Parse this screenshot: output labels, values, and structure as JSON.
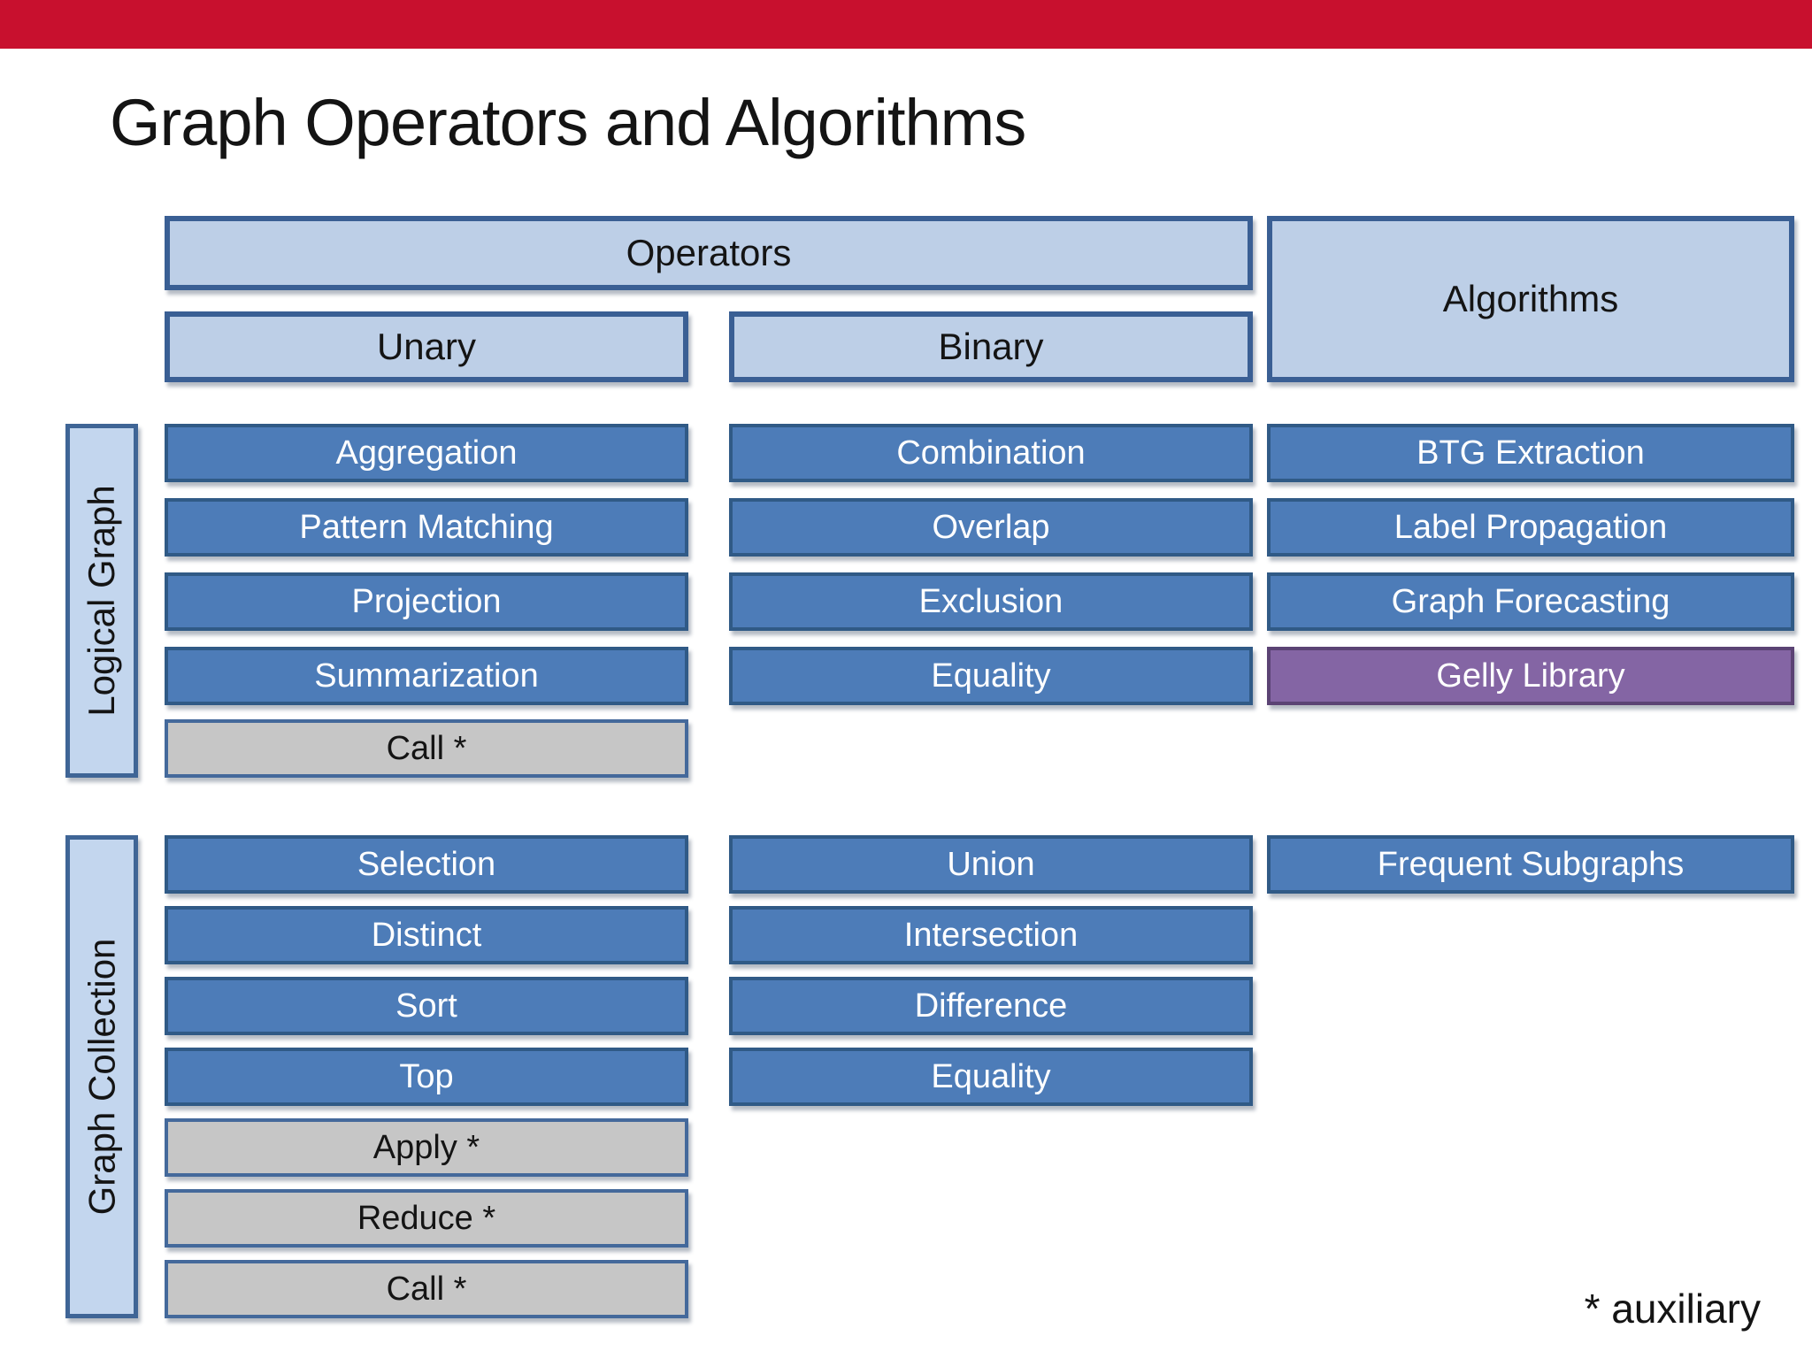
{
  "slide": {
    "title": "Graph Operators and Algorithms",
    "footnote": "* auxiliary"
  },
  "headers": {
    "operators": "Operators",
    "unary": "Unary",
    "binary": "Binary",
    "algorithms": "Algorithms"
  },
  "sections": [
    {
      "rail": "Logical Graph",
      "unary": [
        {
          "label": "Aggregation",
          "style": "blue"
        },
        {
          "label": "Pattern Matching",
          "style": "blue"
        },
        {
          "label": "Projection",
          "style": "blue"
        },
        {
          "label": "Summarization",
          "style": "blue"
        },
        {
          "label": "Call *",
          "style": "gray-auxiliary"
        }
      ],
      "binary": [
        {
          "label": "Combination",
          "style": "blue"
        },
        {
          "label": "Overlap",
          "style": "blue"
        },
        {
          "label": "Exclusion",
          "style": "blue"
        },
        {
          "label": "Equality",
          "style": "blue"
        }
      ],
      "algorithms": [
        {
          "label": "BTG Extraction",
          "style": "blue"
        },
        {
          "label": "Label Propagation",
          "style": "blue"
        },
        {
          "label": "Graph Forecasting",
          "style": "blue"
        },
        {
          "label": "Gelly Library",
          "style": "purple"
        }
      ]
    },
    {
      "rail": "Graph Collection",
      "unary": [
        {
          "label": "Selection",
          "style": "blue"
        },
        {
          "label": "Distinct",
          "style": "blue"
        },
        {
          "label": "Sort",
          "style": "blue"
        },
        {
          "label": "Top",
          "style": "blue"
        },
        {
          "label": "Apply *",
          "style": "gray-auxiliary"
        },
        {
          "label": "Reduce *",
          "style": "gray-auxiliary"
        },
        {
          "label": "Call *",
          "style": "gray-auxiliary"
        }
      ],
      "binary": [
        {
          "label": "Union",
          "style": "blue"
        },
        {
          "label": "Intersection",
          "style": "blue"
        },
        {
          "label": "Difference",
          "style": "blue"
        },
        {
          "label": "Equality",
          "style": "blue"
        }
      ],
      "algorithms": [
        {
          "label": "Frequent Subgraphs",
          "style": "blue"
        }
      ]
    }
  ],
  "colors": {
    "top_bar_red": "#c8102e",
    "header_fill": "#bdcfe7",
    "header_border": "#3a5f94",
    "item_blue_fill": "#4d7cb8",
    "item_blue_border": "#305a86",
    "item_gray_fill": "#c6c6c6",
    "item_purple_fill": "#8465a4",
    "item_purple_border": "#5b4374",
    "rail_fill": "#c3d6ee",
    "item_text": "#ffffff",
    "heading_text": "#141414"
  }
}
